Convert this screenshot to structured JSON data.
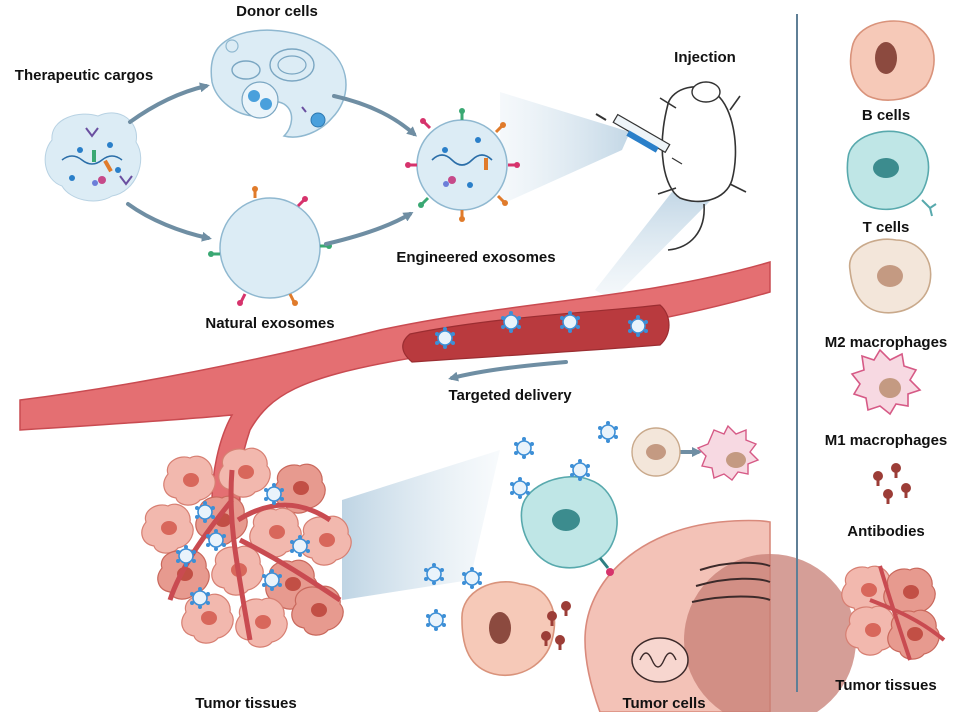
{
  "labels": {
    "donor_cells": "Donor cells",
    "therapeutic_cargos": "Therapeutic cargos",
    "injection": "Injection",
    "engineered_exosomes": "Engineered exosomes",
    "natural_exosomes": "Natural exosomes",
    "targeted_delivery": "Targeted delivery",
    "tumor_tissues": "Tumor tissues",
    "tumor_cells": "Tumor cells"
  },
  "legend": {
    "items": [
      {
        "label": "B cells",
        "icon": "b-cell-icon"
      },
      {
        "label": "T cells",
        "icon": "t-cell-icon"
      },
      {
        "label": "M2 macrophages",
        "icon": "m2-macrophage-icon"
      },
      {
        "label": "M1 macrophages",
        "icon": "m1-macrophage-icon"
      },
      {
        "label": "Antibodies",
        "icon": "antibodies-icon"
      },
      {
        "label": "Tumor tissues",
        "icon": "tumor-tissue-icon"
      }
    ]
  },
  "colors": {
    "arrow": "#6f8ea3",
    "cell_blue": "#dcecf5",
    "cell_blue_stroke": "#8fb8d0",
    "vessel": "#e46f72",
    "vessel_dark": "#c94b51",
    "tumor": "#f1b3aa",
    "tumor_dark": "#d46b5f",
    "b_cell": "#f6c9b8",
    "t_cell": "#bfe6e6",
    "m2": "#f3e6da",
    "m1": "#f7d9e2",
    "divider": "#5f7f96"
  }
}
